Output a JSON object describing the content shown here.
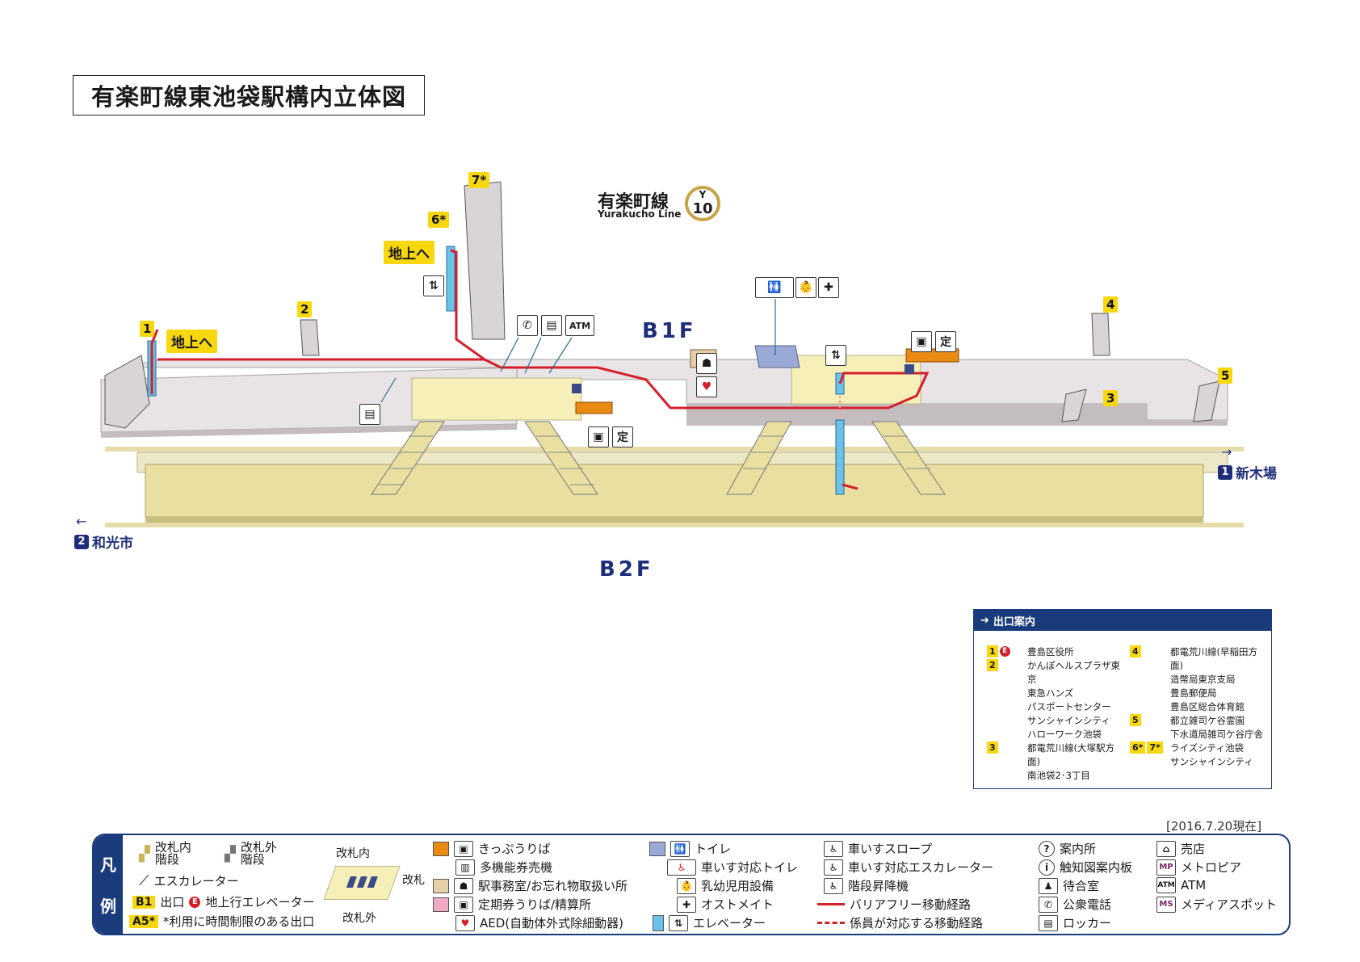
{
  "title": "有楽町線東池袋駅構内立体図",
  "line": {
    "name_ja": "有楽町線",
    "name_en": "Yurakucho Line",
    "code_letter": "Y",
    "code_number": "10",
    "color": "#c9a24a"
  },
  "floors": {
    "b1": "B1F",
    "b2": "B2F"
  },
  "exits_on_map": [
    "1",
    "2",
    "3",
    "4",
    "5",
    "6*",
    "7*"
  ],
  "to_surface": "地上へ",
  "destinations": [
    {
      "num": "1",
      "name": "新木場",
      "arrow": "→"
    },
    {
      "num": "2",
      "name": "和光市",
      "arrow": "←"
    }
  ],
  "map_icons": {
    "atm": "ATM",
    "teiki": "定",
    "elevator": "elevator-icon",
    "locker": "locker-icon",
    "phone": "phone-icon",
    "toilet": "toilet-icon",
    "aed": "aed-icon"
  },
  "exit_panel": {
    "header": "出口案内",
    "left": [
      {
        "keys": [
          "1"
        ],
        "elevator": "E",
        "lines": [
          "豊島区役所"
        ]
      },
      {
        "keys": [
          "2"
        ],
        "lines": [
          "かんぽヘルスプラザ東京",
          "東急ハンズ",
          "パスポートセンター",
          "サンシャインシティ",
          "ハローワーク池袋"
        ]
      },
      {
        "keys": [
          "3"
        ],
        "lines": [
          "都電荒川線(大塚駅方面)",
          "南池袋2･3丁目"
        ]
      }
    ],
    "right": [
      {
        "keys": [
          "4"
        ],
        "lines": [
          "都電荒川線(早稲田方面)",
          "造幣局東京支局",
          "豊島郵便局",
          "豊島区総合体育館"
        ]
      },
      {
        "keys": [
          "5"
        ],
        "lines": [
          "都立雑司ケ谷霊園",
          "下水道局雑司ケ谷庁舎"
        ]
      },
      {
        "keys": [
          "6*",
          "7*"
        ],
        "lines": [
          "ライズシティ池袋",
          "サンシャインシティ"
        ]
      }
    ]
  },
  "date": "[2016.7.20現在]",
  "legend": {
    "side": [
      "凡",
      "例"
    ],
    "stairs_in": "改札内\n階段",
    "stairs_out": "改札外\n階段",
    "escalator": "エスカレーター",
    "exit_tag": "B1",
    "exit": "出口",
    "exit_elevator_e": "E",
    "exit_elevator": "地上行エレベーター",
    "timed_tag": "A5*",
    "timed": "*利用に時間制限のある出口",
    "gate_in": "改札内",
    "gate": "改札",
    "gate_out": "改札外",
    "ticket": "きっぷうりば",
    "multi_machine": "多機能券売機",
    "office": "駅事務室/お忘れ物取扱い所",
    "commuter": "定期券うりば/精算所",
    "aed": "AED(自動体外式除細動器)",
    "toilet": "トイレ",
    "wc_toilet": "車いす対応トイレ",
    "baby": "乳幼児用設備",
    "ostomate": "オストメイト",
    "elevator": "エレベーター",
    "slope": "車いすスロープ",
    "wc_escalator": "車いす対応エスカレーター",
    "stair_lift": "階段昇降機",
    "barrier_free": "バリアフリー移動経路",
    "staff_route": "係員が対応する移動経路",
    "info": "案内所",
    "tactile": "触知図案内板",
    "waiting": "待合室",
    "phone": "公衆電話",
    "locker": "ロッカー",
    "shop": "売店",
    "metropia": "メトロピア",
    "metropia_tag": "MP",
    "atm": "ATM",
    "media": "メディアスポット",
    "media_tag": "MS"
  },
  "colors": {
    "route": "#d51f2a",
    "concourse": "#e8e3e5",
    "gate_area": "#f6f0b8",
    "platform": "#e9dfa0",
    "navy": "#1a3b7c",
    "exit_yellow": "#f7d80f",
    "orange": "#e98a14"
  }
}
